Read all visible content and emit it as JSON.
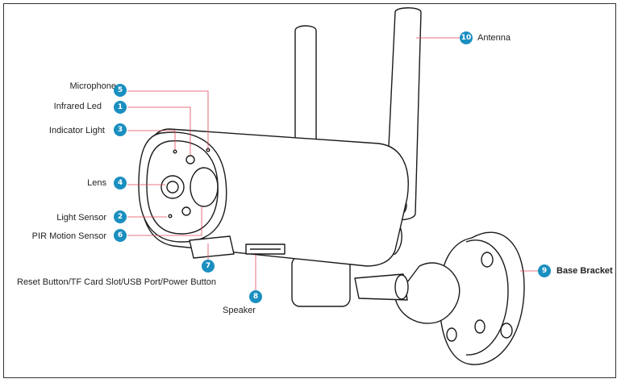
{
  "accent_color": "#1a8fc0",
  "callout_line_color": "#e04a5a",
  "callouts": [
    {
      "number": "1",
      "label": "Infrared Led"
    },
    {
      "number": "2",
      "label": "Light Sensor"
    },
    {
      "number": "3",
      "label": "Indicator Light"
    },
    {
      "number": "4",
      "label": "Lens"
    },
    {
      "number": "5",
      "label": "Microphone"
    },
    {
      "number": "6",
      "label": "PIR Motion Sensor"
    },
    {
      "number": "7",
      "label": "Reset Button/TF Card Slot/USB Port/Power Button"
    },
    {
      "number": "8",
      "label": "Speaker"
    },
    {
      "number": "9",
      "label": "Base Bracket"
    },
    {
      "number": "10",
      "label": "Antenna"
    }
  ]
}
